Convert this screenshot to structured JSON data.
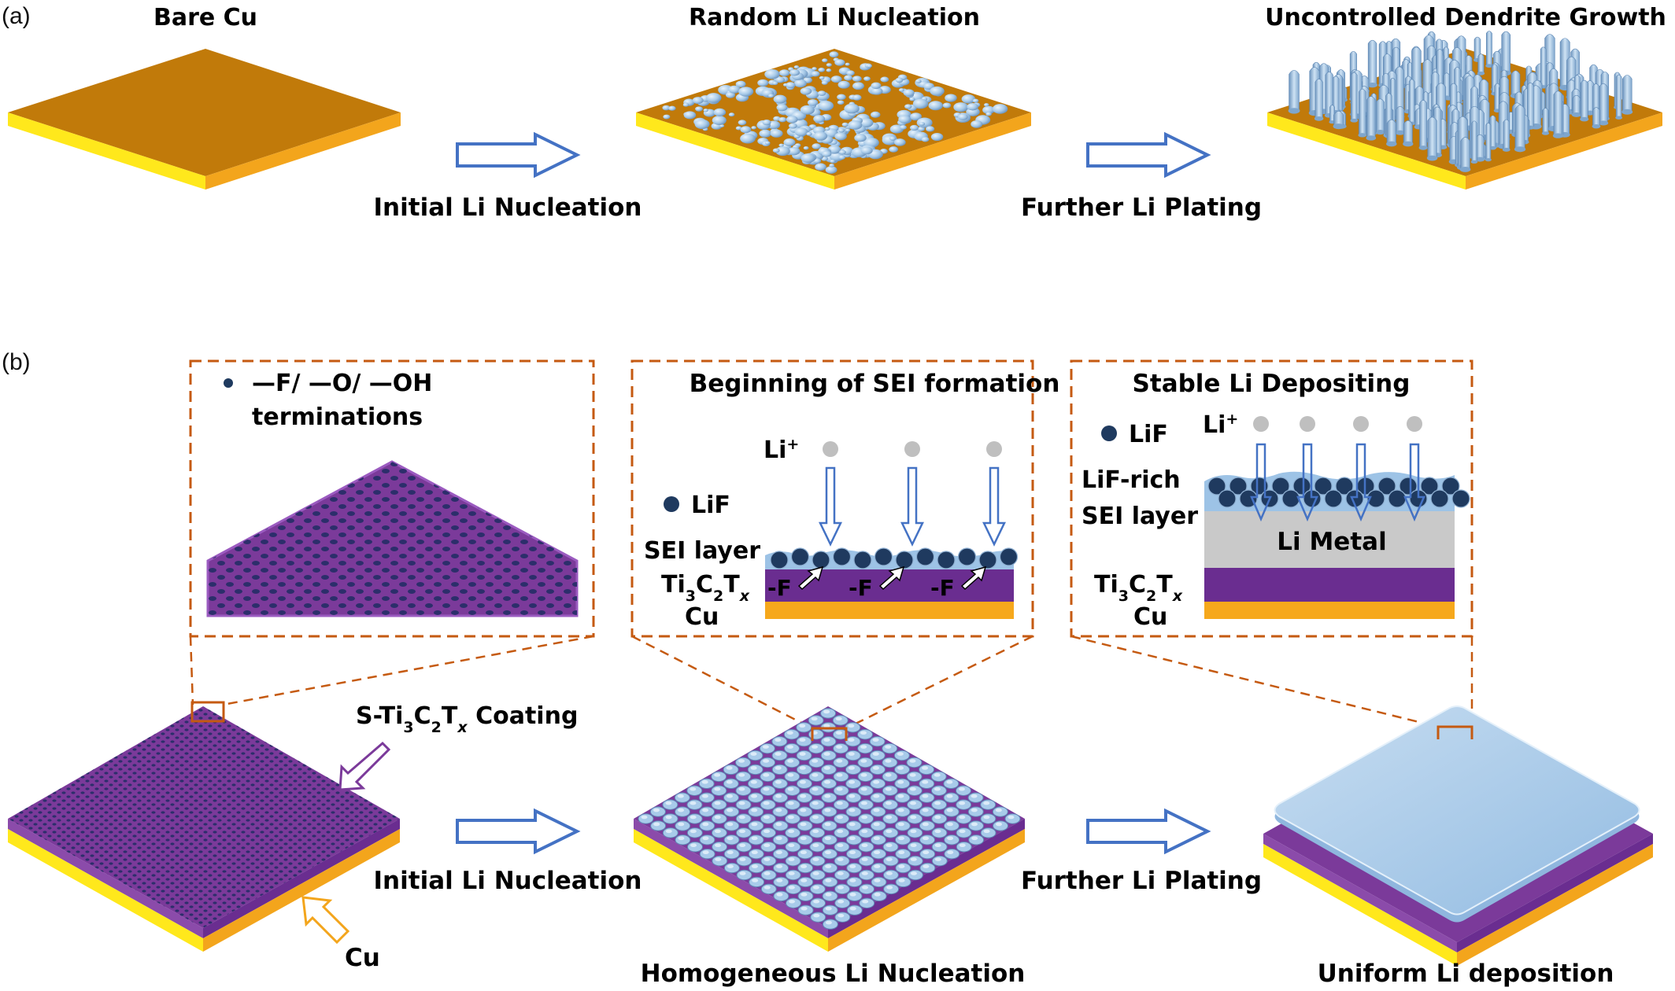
{
  "panel_a": {
    "tag": "(a)",
    "stages": [
      "Bare Cu",
      "Random Li Nucleation",
      "Uncontrolled Dendrite Growth"
    ],
    "arrow_1_label": "Initial Li Nucleation",
    "arrow_2_label": "Further Li Plating"
  },
  "panel_b": {
    "tag": "(b)",
    "inset_1": {
      "legend_line1": "—F/ —O/ —OH",
      "legend_line2": "terminations"
    },
    "inset_2": {
      "title": "Beginning of SEI formation",
      "li_ion": "Li",
      "li_ion_charge": "+",
      "legend_lif": "LiF",
      "sei_layer": "SEI layer",
      "mxene": "Ti",
      "mxene_sub1": "3",
      "mxene_mid": "C",
      "mxene_sub2": "2",
      "mxene_t": "T",
      "mxene_x": "x",
      "cu": "Cu",
      "fluorine": "-F"
    },
    "inset_3": {
      "title": "Stable Li Depositing",
      "legend_lif": "LiF",
      "li_ion": "Li",
      "li_ion_charge": "+",
      "sei_line1": "LiF-rich",
      "sei_line2": "SEI layer",
      "li_metal": "Li Metal",
      "cu": "Cu"
    },
    "coating_label": {
      "pre": "S-Ti",
      "sub1": "3",
      "mid": "C",
      "sub2": "2",
      "t": "T",
      "x": "x",
      "post": " Coating"
    },
    "cu_label": "Cu",
    "arrow_1_label": "Initial Li Nucleation",
    "arrow_2_label": "Further Li Plating",
    "stage_2_caption": "Homogeneous Li Nucleation",
    "stage_3_caption": "Uniform Li deposition"
  },
  "colors": {
    "copper": "#C17A0A",
    "copper_side_light": "#FFE81C",
    "copper_side_dark": "#F3A51C",
    "mxene_purple": "#7B3A9A",
    "mxene_deep": "#6A2D90",
    "li_blue": "#9DC3E6",
    "lif_dot": "#1F3A5F",
    "arrow_blue": "#4472C4",
    "dash_orange": "#C55A11",
    "li_metal_gray": "#C9C9C9"
  }
}
